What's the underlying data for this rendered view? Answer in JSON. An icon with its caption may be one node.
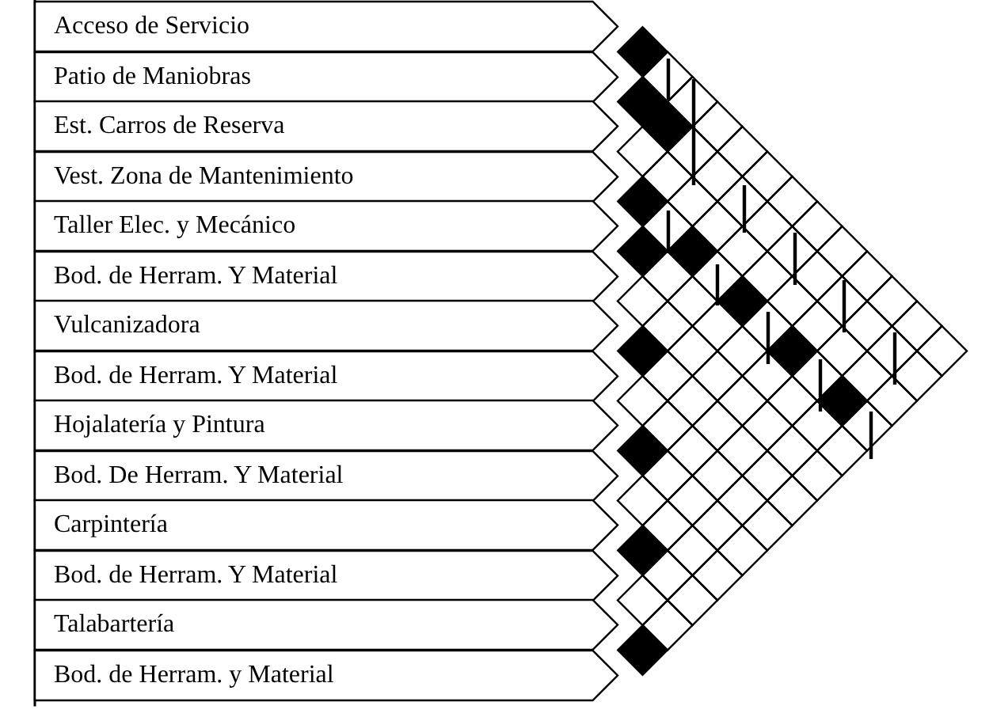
{
  "diagram": {
    "nodes": [
      {
        "text": [
          "Acceso de Servicio"
        ]
      },
      {
        "text": [
          "Patio de Maniobras"
        ]
      },
      {
        "text": [
          "Est. Carros de Reserva"
        ]
      },
      {
        "text": [
          "Vest. Zona de Mantenimiento"
        ]
      },
      {
        "text": [
          "Taller Elec. y Mecánico"
        ]
      },
      {
        "text": [
          "Bod. de Herram. Y Material"
        ]
      },
      {
        "text": [
          "Vulcanizadora"
        ]
      },
      {
        "text": [
          "Bod. de Herram. Y Material"
        ]
      },
      {
        "text": [
          "Hojalatería y Pintura"
        ]
      },
      {
        "text": [
          "Bod. De Herram. Y Material"
        ]
      },
      {
        "text": [
          "Carpintería"
        ]
      },
      {
        "text": [
          "Bod. de Herram. Y Material"
        ]
      },
      {
        "text": [
          "Talabartería"
        ]
      },
      {
        "text": [
          "Bod. de Herram. y Material"
        ]
      }
    ]
  }
}
